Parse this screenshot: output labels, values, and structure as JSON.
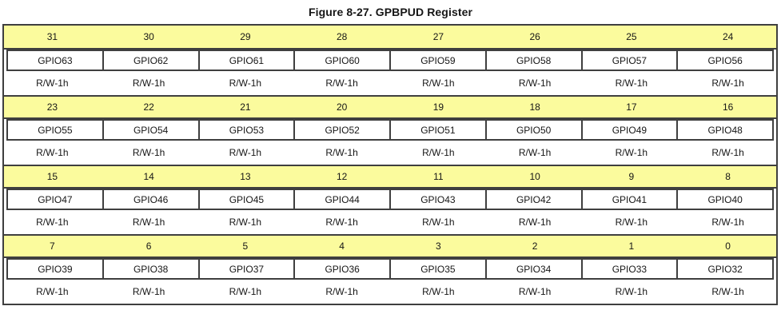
{
  "title": "Figure 8-27. GPBPUD Register",
  "colors": {
    "header_bg": "#fbfb9d",
    "border": "#3f3f3f",
    "text": "#161616"
  },
  "register": {
    "name": "GPBPUD",
    "rows": [
      {
        "bits": [
          "31",
          "30",
          "29",
          "28",
          "27",
          "26",
          "25",
          "24"
        ],
        "fields": [
          "GPIO63",
          "GPIO62",
          "GPIO61",
          "GPIO60",
          "GPIO59",
          "GPIO58",
          "GPIO57",
          "GPIO56"
        ],
        "resets": [
          "R/W-1h",
          "R/W-1h",
          "R/W-1h",
          "R/W-1h",
          "R/W-1h",
          "R/W-1h",
          "R/W-1h",
          "R/W-1h"
        ]
      },
      {
        "bits": [
          "23",
          "22",
          "21",
          "20",
          "19",
          "18",
          "17",
          "16"
        ],
        "fields": [
          "GPIO55",
          "GPIO54",
          "GPIO53",
          "GPIO52",
          "GPIO51",
          "GPIO50",
          "GPIO49",
          "GPIO48"
        ],
        "resets": [
          "R/W-1h",
          "R/W-1h",
          "R/W-1h",
          "R/W-1h",
          "R/W-1h",
          "R/W-1h",
          "R/W-1h",
          "R/W-1h"
        ]
      },
      {
        "bits": [
          "15",
          "14",
          "13",
          "12",
          "11",
          "10",
          "9",
          "8"
        ],
        "fields": [
          "GPIO47",
          "GPIO46",
          "GPIO45",
          "GPIO44",
          "GPIO43",
          "GPIO42",
          "GPIO41",
          "GPIO40"
        ],
        "resets": [
          "R/W-1h",
          "R/W-1h",
          "R/W-1h",
          "R/W-1h",
          "R/W-1h",
          "R/W-1h",
          "R/W-1h",
          "R/W-1h"
        ]
      },
      {
        "bits": [
          "7",
          "6",
          "5",
          "4",
          "3",
          "2",
          "1",
          "0"
        ],
        "fields": [
          "GPIO39",
          "GPIO38",
          "GPIO37",
          "GPIO36",
          "GPIO35",
          "GPIO34",
          "GPIO33",
          "GPIO32"
        ],
        "resets": [
          "R/W-1h",
          "R/W-1h",
          "R/W-1h",
          "R/W-1h",
          "R/W-1h",
          "R/W-1h",
          "R/W-1h",
          "R/W-1h"
        ]
      }
    ]
  }
}
